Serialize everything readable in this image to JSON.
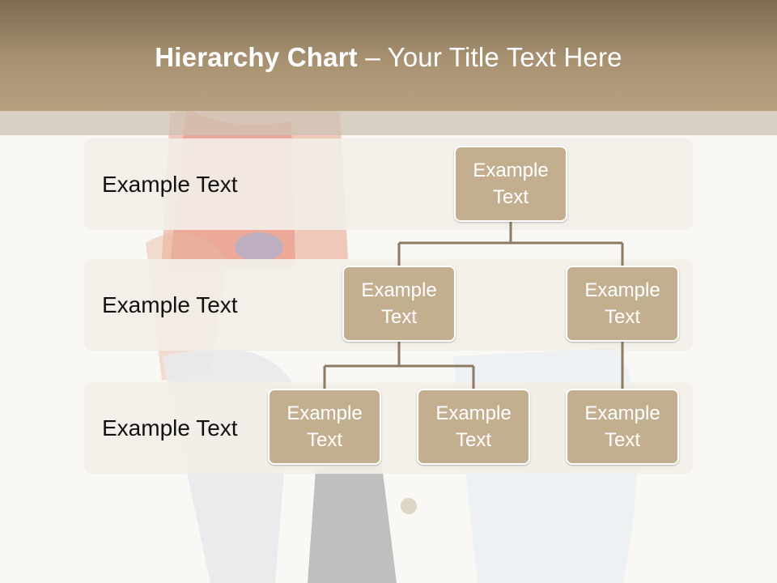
{
  "title": {
    "bold": "Hierarchy Chart",
    "rest": " – Your Title Text Here"
  },
  "rows": [
    {
      "label": "Example Text"
    },
    {
      "label": "Example Text"
    },
    {
      "label": "Example Text"
    }
  ],
  "nodes": {
    "root": "Example Text",
    "level2_left": "Example Text",
    "level2_right": "Example Text",
    "level3_a": "Example Text",
    "level3_b": "Example Text",
    "level3_c": "Example Text"
  },
  "colors": {
    "title_bar": "#a89272",
    "node_fill": "#c3af8f",
    "connector": "#8c7a62",
    "row_band": "#f2eee7"
  }
}
